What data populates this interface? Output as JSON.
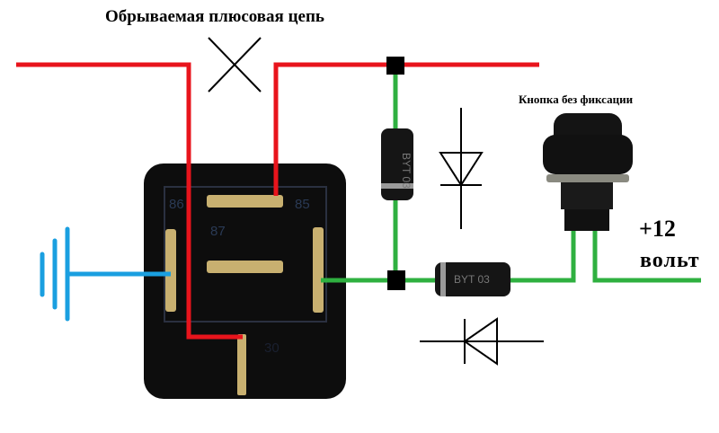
{
  "labels": {
    "broken_circuit": "Обрываемая плюсовая цепь",
    "button": "Кнопка без фиксации",
    "voltage": "+12",
    "volt_unit": "вольт"
  },
  "relay": {
    "pins": [
      "86",
      "87",
      "85",
      "30"
    ]
  },
  "diodes": {
    "marking": "BYT 03"
  },
  "colors": {
    "plus_wire": "#e8141c",
    "control_wire": "#2fb040",
    "ground_wire": "#1a9fe0",
    "relay_body": "#0d0d0d"
  }
}
